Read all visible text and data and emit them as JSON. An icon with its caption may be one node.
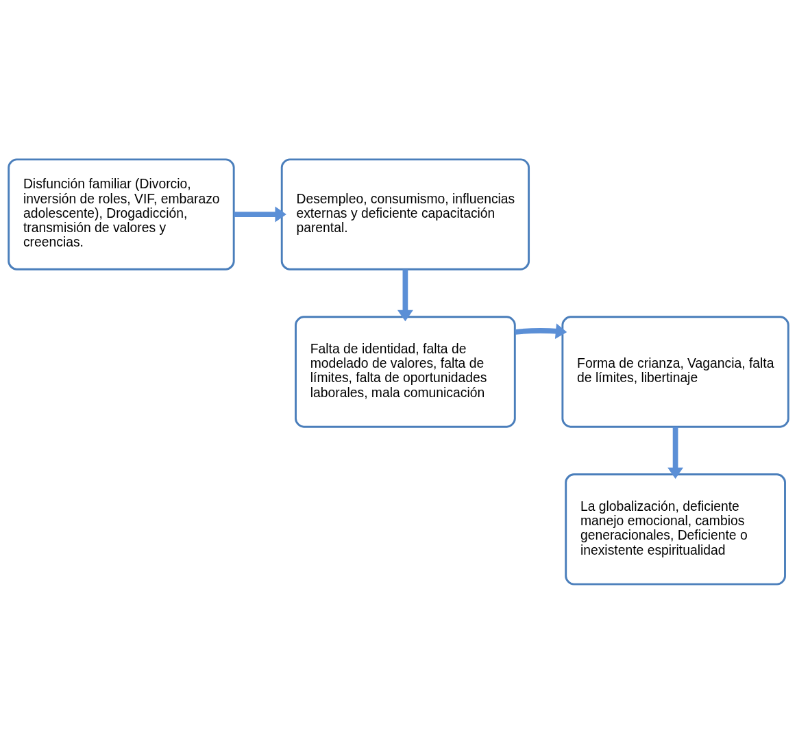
{
  "diagram": {
    "nodes": [
      {
        "text": [
          "Disfunción familiar (Divorcio, inversión de roles, VIF, embarazo adolescente), Drogadicción, transmisión de valores y creencias."
        ]
      },
      {
        "text": [
          "Desempleo, consumismo, influencias externas y deficiente capacitación parental."
        ]
      },
      {
        "text": [
          "Falta de identidad, falta de modelado de valores, falta de límites, falta de oportunidades laborales, mala comunicación"
        ]
      },
      {
        "text": [
          "Forma de crianza, Vagancia, falta de límites, libertinaje"
        ]
      },
      {
        "text": [
          "La globalización, deficiente manejo emocional, cambios generacionales, Deficiente o inexistente espiritualidad"
        ]
      }
    ],
    "edges": [
      {
        "from": 0,
        "to": 1,
        "arrow": "to"
      },
      {
        "from": 1,
        "to": 2,
        "arrow": "to"
      },
      {
        "from": 2,
        "to": 3,
        "arrow": "to"
      },
      {
        "from": 3,
        "to": 4,
        "arrow": "to"
      }
    ]
  }
}
